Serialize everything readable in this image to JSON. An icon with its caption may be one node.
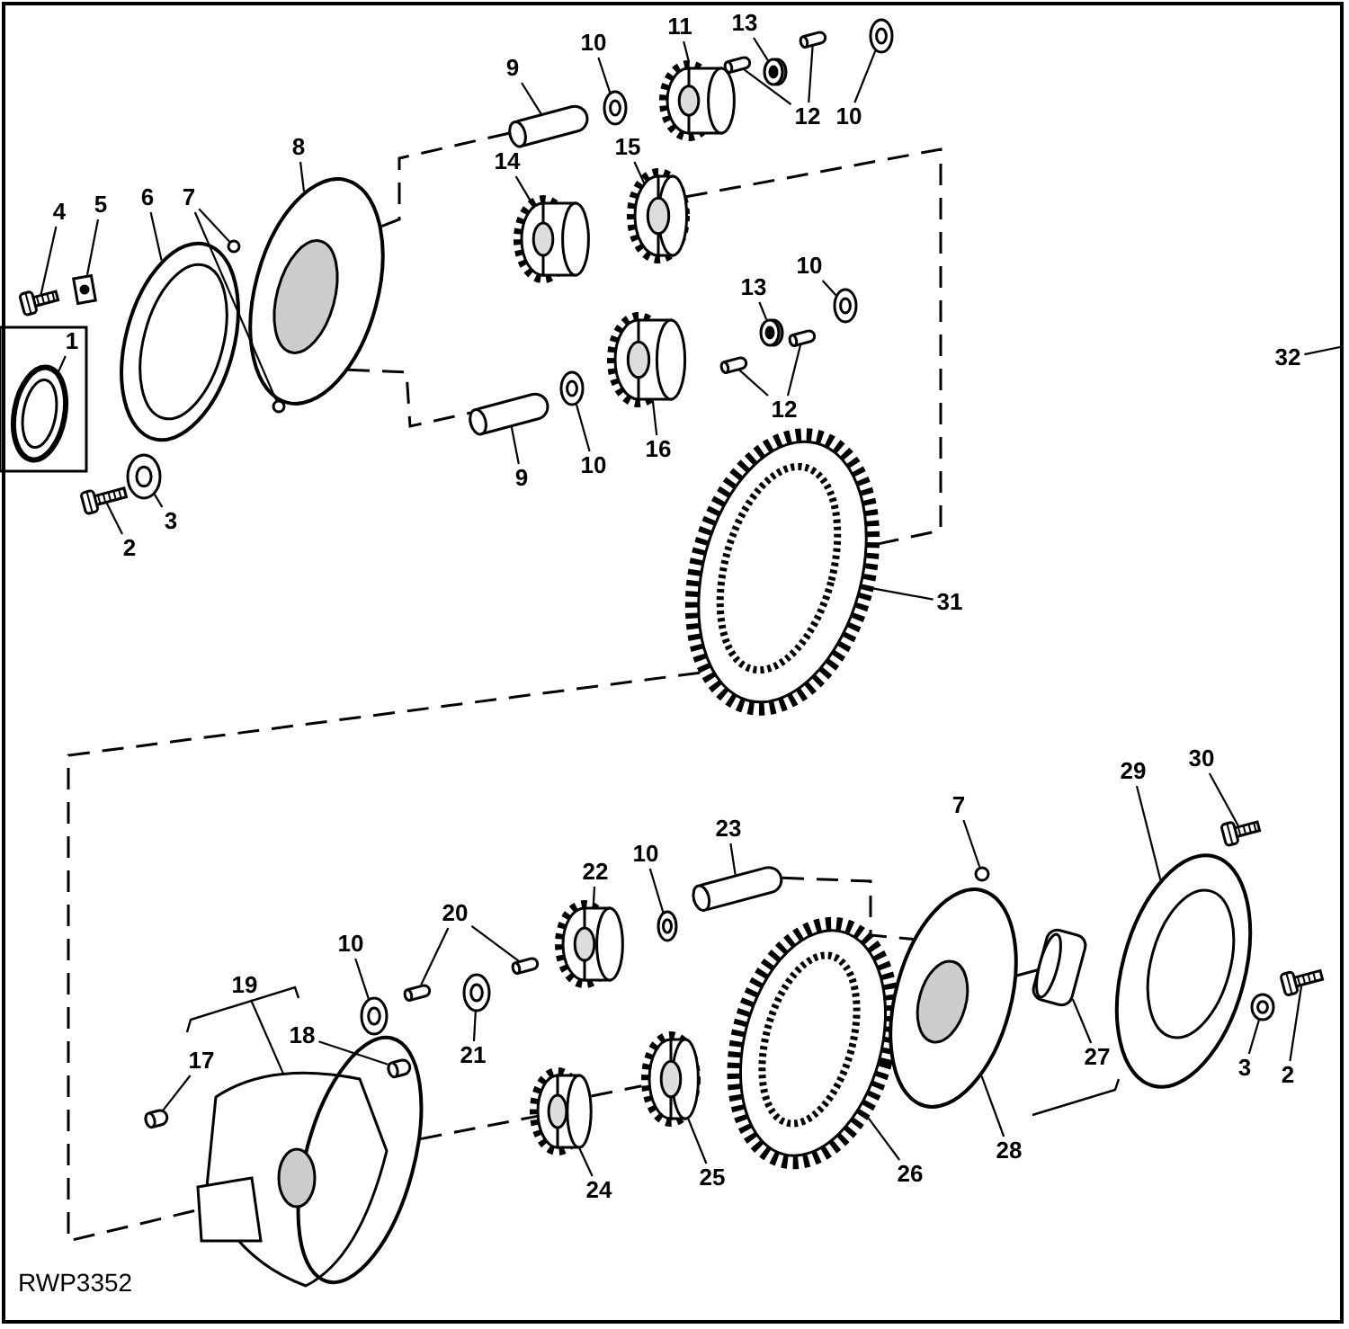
{
  "diagram": {
    "nodes": [
      {
        "text": [
          "1"
        ]
      },
      {
        "text": [
          "4"
        ]
      },
      {
        "text": [
          "5"
        ]
      },
      {
        "text": [
          "6"
        ]
      },
      {
        "text": [
          "7"
        ]
      },
      {
        "text": [
          "8"
        ]
      },
      {
        "text": [
          "9"
        ]
      },
      {
        "text": [
          "10"
        ]
      },
      {
        "text": [
          "11"
        ]
      },
      {
        "text": [
          "13"
        ]
      },
      {
        "text": [
          "12"
        ]
      },
      {
        "text": [
          "10"
        ]
      },
      {
        "text": [
          "15"
        ]
      },
      {
        "text": [
          "14"
        ]
      },
      {
        "text": [
          "13"
        ]
      },
      {
        "text": [
          "12"
        ]
      },
      {
        "text": [
          "10"
        ]
      },
      {
        "text": [
          "16"
        ]
      },
      {
        "text": [
          "9"
        ]
      },
      {
        "text": [
          "10"
        ]
      },
      {
        "text": [
          "2"
        ]
      },
      {
        "text": [
          "3"
        ]
      },
      {
        "text": [
          "31"
        ]
      },
      {
        "text": [
          "32"
        ]
      },
      {
        "text": [
          "7"
        ]
      },
      {
        "text": [
          "23"
        ]
      },
      {
        "text": [
          "22"
        ]
      },
      {
        "text": [
          "10"
        ]
      },
      {
        "text": [
          "20"
        ]
      },
      {
        "text": [
          "10"
        ]
      },
      {
        "text": [
          "19"
        ]
      },
      {
        "text": [
          "18"
        ]
      },
      {
        "text": [
          "17"
        ]
      },
      {
        "text": [
          "21"
        ]
      },
      {
        "text": [
          "24"
        ]
      },
      {
        "text": [
          "25"
        ]
      },
      {
        "text": [
          "26"
        ]
      },
      {
        "text": [
          "27"
        ]
      },
      {
        "text": [
          "28"
        ]
      },
      {
        "text": [
          "29"
        ]
      },
      {
        "text": [
          "30"
        ]
      },
      {
        "text": [
          "3"
        ]
      },
      {
        "text": [
          "2"
        ]
      },
      {
        "text": [],
        "shape": "picture"
      },
      {
        "text": [],
        "shape": "picture"
      },
      {
        "text": [],
        "shape": "picture"
      },
      {
        "text": [],
        "shape": "picture"
      },
      {
        "text": [],
        "shape": "circle"
      },
      {
        "text": [],
        "shape": "circle"
      },
      {
        "text": [],
        "shape": "picture"
      },
      {
        "text": [],
        "shape": "picture"
      },
      {
        "text": [],
        "shape": "picture"
      },
      {
        "text": [],
        "shape": "picture"
      },
      {
        "text": [],
        "shape": "picture"
      },
      {
        "text": [],
        "shape": "picture"
      },
      {
        "text": [],
        "shape": "picture"
      },
      {
        "text": [],
        "shape": "picture"
      },
      {
        "text": [],
        "shape": "picture"
      },
      {
        "text": [],
        "shape": "picture"
      },
      {
        "text": [],
        "shape": "picture"
      },
      {
        "text": [],
        "shape": "picture"
      },
      {
        "text": [],
        "shape": "picture"
      },
      {
        "text": [],
        "shape": "picture"
      },
      {
        "text": [],
        "shape": "picture"
      },
      {
        "text": [],
        "shape": "picture"
      },
      {
        "text": [],
        "shape": "picture"
      },
      {
        "text": [],
        "shape": "picture"
      },
      {
        "text": [],
        "shape": "picture"
      },
      {
        "text": [],
        "shape": "picture"
      },
      {
        "text": [],
        "shape": "circle"
      },
      {
        "text": [],
        "shape": "picture"
      },
      {
        "text": [],
        "shape": "picture"
      },
      {
        "text": [],
        "shape": "picture"
      },
      {
        "text": [],
        "shape": "picture"
      },
      {
        "text": [],
        "shape": "picture"
      },
      {
        "text": [],
        "shape": "picture"
      },
      {
        "text": [],
        "shape": "picture"
      },
      {
        "text": [],
        "shape": "picture"
      },
      {
        "text": [],
        "shape": "picture"
      },
      {
        "text": [],
        "shape": "picture"
      },
      {
        "text": [],
        "shape": "picture"
      },
      {
        "text": [],
        "shape": "picture"
      },
      {
        "text": [],
        "shape": "picture"
      },
      {
        "text": [],
        "shape": "picture"
      },
      {
        "text": [],
        "shape": "picture"
      },
      {
        "text": [],
        "shape": "picture"
      },
      {
        "text": [],
        "shape": "picture"
      },
      {
        "text": [],
        "shape": "picture"
      },
      {
        "text": [],
        "shape": "picture"
      }
    ],
    "edges": [
      {
        "from": 0,
        "to": 43,
        "arrow": "none"
      },
      {
        "from": 1,
        "to": 44,
        "arrow": "none"
      },
      {
        "from": 2,
        "to": 45,
        "arrow": "none"
      },
      {
        "from": 3,
        "to": 46,
        "arrow": "none"
      },
      {
        "from": 4,
        "to": 47,
        "arrow": "none"
      },
      {
        "from": 4,
        "to": 48,
        "arrow": "none"
      },
      {
        "from": 5,
        "to": 49,
        "arrow": "none"
      },
      {
        "from": 6,
        "to": 50,
        "arrow": "none"
      },
      {
        "from": 7,
        "to": 51,
        "arrow": "none"
      },
      {
        "from": 8,
        "to": 52,
        "arrow": "none"
      },
      {
        "from": 9,
        "to": 53,
        "arrow": "none"
      },
      {
        "from": 10,
        "to": 54,
        "arrow": "none"
      },
      {
        "from": 10,
        "to": 55,
        "arrow": "none"
      },
      {
        "from": 11,
        "to": 56,
        "arrow": "none"
      },
      {
        "from": 12,
        "to": 57,
        "arrow": "none"
      },
      {
        "from": 13,
        "to": 58,
        "arrow": "none"
      },
      {
        "from": 14,
        "to": 59,
        "arrow": "none"
      },
      {
        "from": 15,
        "to": 60,
        "arrow": "none"
      },
      {
        "from": 15,
        "to": 61,
        "arrow": "none"
      },
      {
        "from": 16,
        "to": 62,
        "arrow": "none"
      },
      {
        "from": 17,
        "to": 63,
        "arrow": "none"
      },
      {
        "from": 18,
        "to": 64,
        "arrow": "none"
      },
      {
        "from": 19,
        "to": 65,
        "arrow": "none"
      },
      {
        "from": 20,
        "to": 66,
        "arrow": "none"
      },
      {
        "from": 21,
        "to": 67,
        "arrow": "none"
      },
      {
        "from": 22,
        "to": 68,
        "arrow": "none"
      },
      {
        "from": 23,
        "to": null,
        "arrow": "none"
      },
      {
        "from": 24,
        "to": 69,
        "arrow": "none"
      },
      {
        "from": 25,
        "to": 70,
        "arrow": "none"
      },
      {
        "from": 26,
        "to": 71,
        "arrow": "none"
      },
      {
        "from": 27,
        "to": 72,
        "arrow": "none"
      },
      {
        "from": 28,
        "to": 73,
        "arrow": "none"
      },
      {
        "from": 28,
        "to": 74,
        "arrow": "none"
      },
      {
        "from": 29,
        "to": 75,
        "arrow": "none"
      },
      {
        "from": 30,
        "to": 76,
        "arrow": "none"
      },
      {
        "from": 31,
        "to": 77,
        "arrow": "none"
      },
      {
        "from": 32,
        "to": 78,
        "arrow": "none"
      },
      {
        "from": 33,
        "to": 79,
        "arrow": "none"
      },
      {
        "from": 34,
        "to": 80,
        "arrow": "none"
      },
      {
        "from": 35,
        "to": 81,
        "arrow": "none"
      },
      {
        "from": 36,
        "to": 82,
        "arrow": "none"
      },
      {
        "from": 37,
        "to": 83,
        "arrow": "none"
      },
      {
        "from": 38,
        "to": 84,
        "arrow": "none"
      },
      {
        "from": 39,
        "to": 85,
        "arrow": "none"
      },
      {
        "from": 40,
        "to": 86,
        "arrow": "none"
      },
      {
        "from": 41,
        "to": 87,
        "arrow": "none"
      },
      {
        "from": 42,
        "to": 88,
        "arrow": "none"
      },
      {
        "from": 49,
        "to": 50,
        "arrow": "none",
        "style": "dashed"
      },
      {
        "from": 57,
        "to": 68,
        "arrow": "none",
        "style": "dashed"
      },
      {
        "from": 49,
        "to": 64,
        "arrow": "none",
        "style": "dashed"
      },
      {
        "from": 68,
        "to": 76,
        "arrow": "none",
        "style": "dashed"
      },
      {
        "from": 70,
        "to": 84,
        "arrow": "none",
        "style": "dashed"
      },
      {
        "from": 83,
        "to": 84,
        "arrow": "none",
        "style": "dashed"
      },
      {
        "from": 76,
        "to": 80,
        "arrow": "none",
        "style": "dashed"
      },
      {
        "from": 80,
        "to": 81,
        "arrow": "none",
        "style": "dashed"
      }
    ],
    "labels": [
      "RWP3352"
    ]
  }
}
